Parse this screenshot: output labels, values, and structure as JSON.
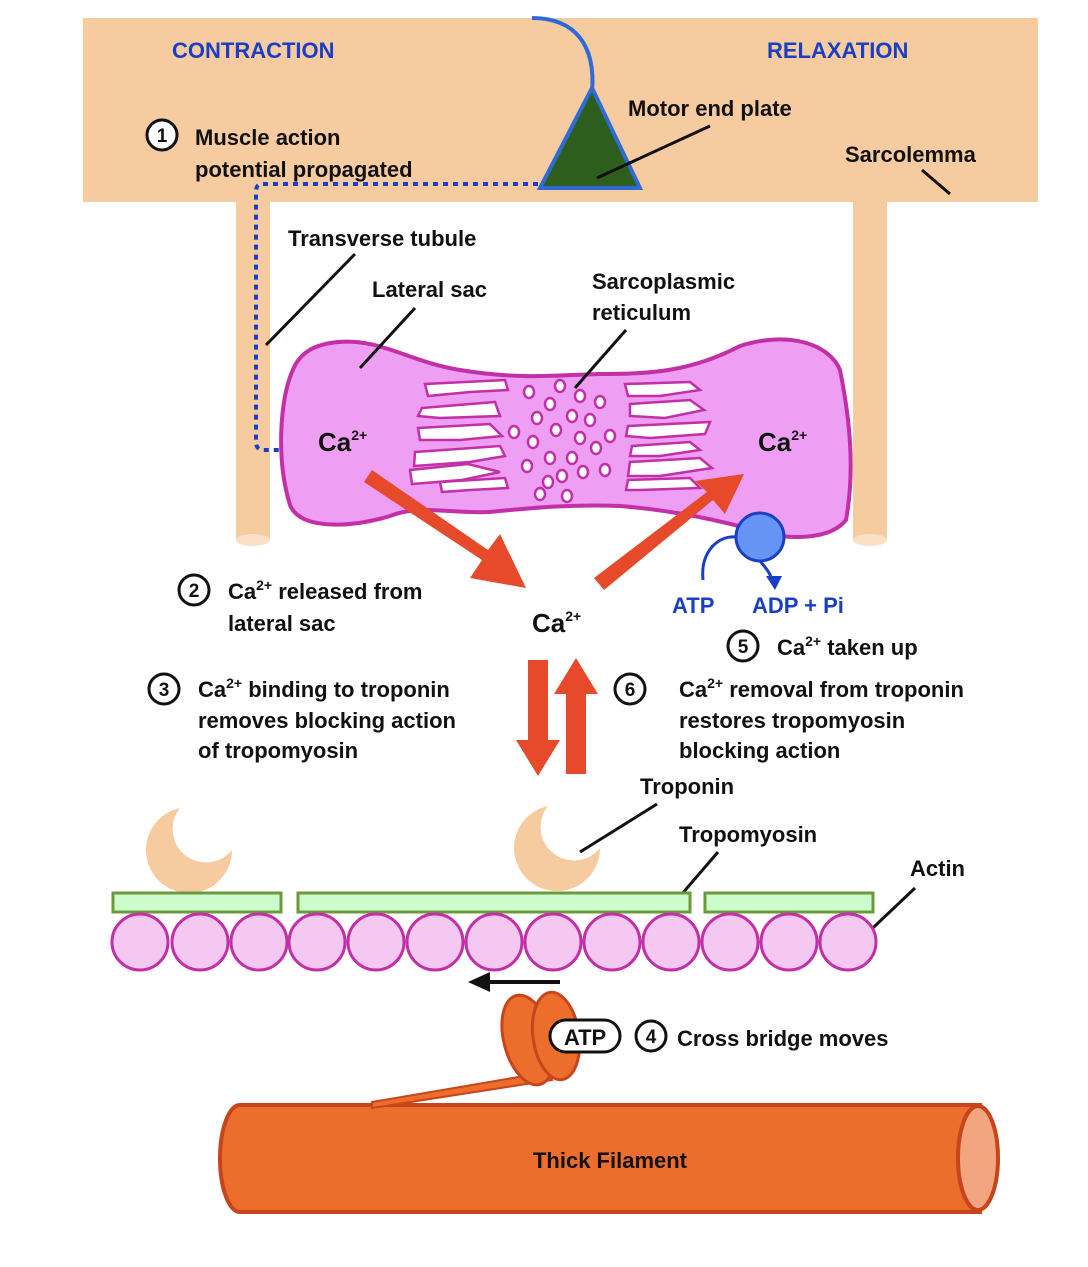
{
  "colors": {
    "sarcolemma": "#f7cba0",
    "sr_fill": "#ee9ef3",
    "sr_stroke": "#c22fa6",
    "green_dark": "#2d5e1e",
    "pump_blue": "#6694f5",
    "arrow_red": "#e64a2b",
    "actin_fill": "#f5c8f2",
    "tropomyosin_fill": "#ccfccc",
    "tropomyosin_stroke": "#6c9a3a",
    "thick_fill": "#ec6d2c",
    "label_blue": "#1a3fc4"
  },
  "headings": {
    "contraction": "CONTRACTION",
    "relaxation": "RELAXATION"
  },
  "labels": {
    "motor_end_plate": "Motor end plate",
    "sarcolemma": "Sarcolemma",
    "transverse_tubule": "Transverse tubule",
    "lateral_sac": "Lateral sac",
    "sarcoplasmic_line1": "Sarcoplasmic",
    "sarcoplasmic_line2": "reticulum",
    "troponin": "Troponin",
    "tropomyosin": "Tropomyosin",
    "actin": "Actin",
    "thick_filament": "Thick Filament",
    "atp_pump": "ATP",
    "adp_pi": "ADP + Pi",
    "atp_head": "ATP"
  },
  "ions": {
    "base": "Ca",
    "charge": "2+"
  },
  "steps": [
    {
      "num": "1",
      "line1": "Muscle action",
      "line2": "potential propagated",
      "line3": ""
    },
    {
      "num": "2",
      "line1_suffix": " released from",
      "line2": "lateral sac",
      "line3": ""
    },
    {
      "num": "3",
      "line1_suffix": " binding to troponin",
      "line2": "removes blocking action",
      "line3": "of tropomyosin"
    },
    {
      "num": "4",
      "line1": "Cross bridge moves",
      "line2": "",
      "line3": ""
    },
    {
      "num": "5",
      "line1_suffix": " taken up",
      "line2": "",
      "line3": ""
    },
    {
      "num": "6",
      "line1_suffix": " removal from troponin",
      "line2": "restores tropomyosin",
      "line3": "blocking action"
    }
  ]
}
